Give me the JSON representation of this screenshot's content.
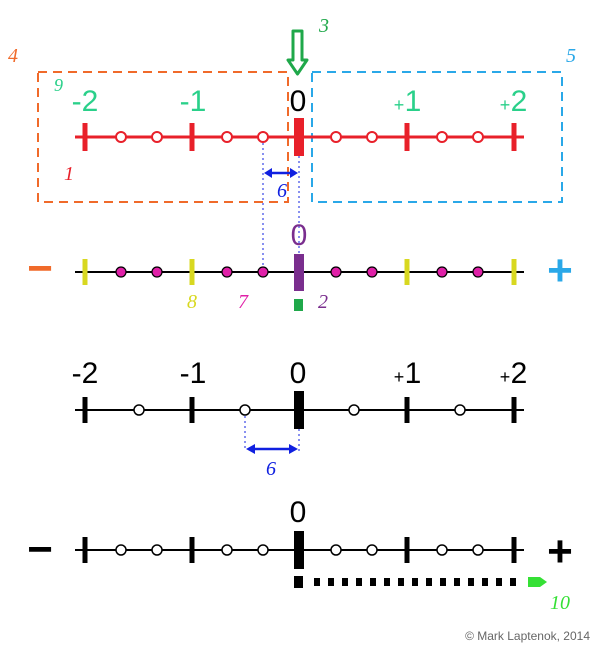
{
  "colors": {
    "red": "#e8202a",
    "orange": "#f06a2a",
    "blue": "#2aa8e8",
    "teal": "#2ad08a",
    "green": "#1fa84a",
    "bright_green": "#35e035",
    "purple": "#7a2e8e",
    "magenta": "#e020a8",
    "yellow": "#d8d820",
    "arrow_blue": "#1020e0",
    "black": "#000000",
    "gray": "#666666"
  },
  "callouts": {
    "n1": "1",
    "n2": "2",
    "n3": "3",
    "n4": "4",
    "n5": "5",
    "n6a": "6",
    "n6b": "6",
    "n7": "7",
    "n8": "8",
    "n9": "9",
    "n10": "10"
  },
  "line1": {
    "labels": {
      "m2": "-2",
      "m1": "-1",
      "zero": "0",
      "p1": "1",
      "p2": "2",
      "plus": "+"
    }
  },
  "line2": {
    "zero": "0",
    "minus_sign": "−",
    "plus_sign": "+"
  },
  "line3": {
    "labels": {
      "m2": "-2",
      "m1": "-1",
      "zero": "0",
      "p1": "1",
      "p2": "2",
      "plus": "+"
    }
  },
  "line4": {
    "zero": "0",
    "minus_sign": "−",
    "plus_sign": "+"
  },
  "copyright": "© Mark Laptenok, 2014"
}
